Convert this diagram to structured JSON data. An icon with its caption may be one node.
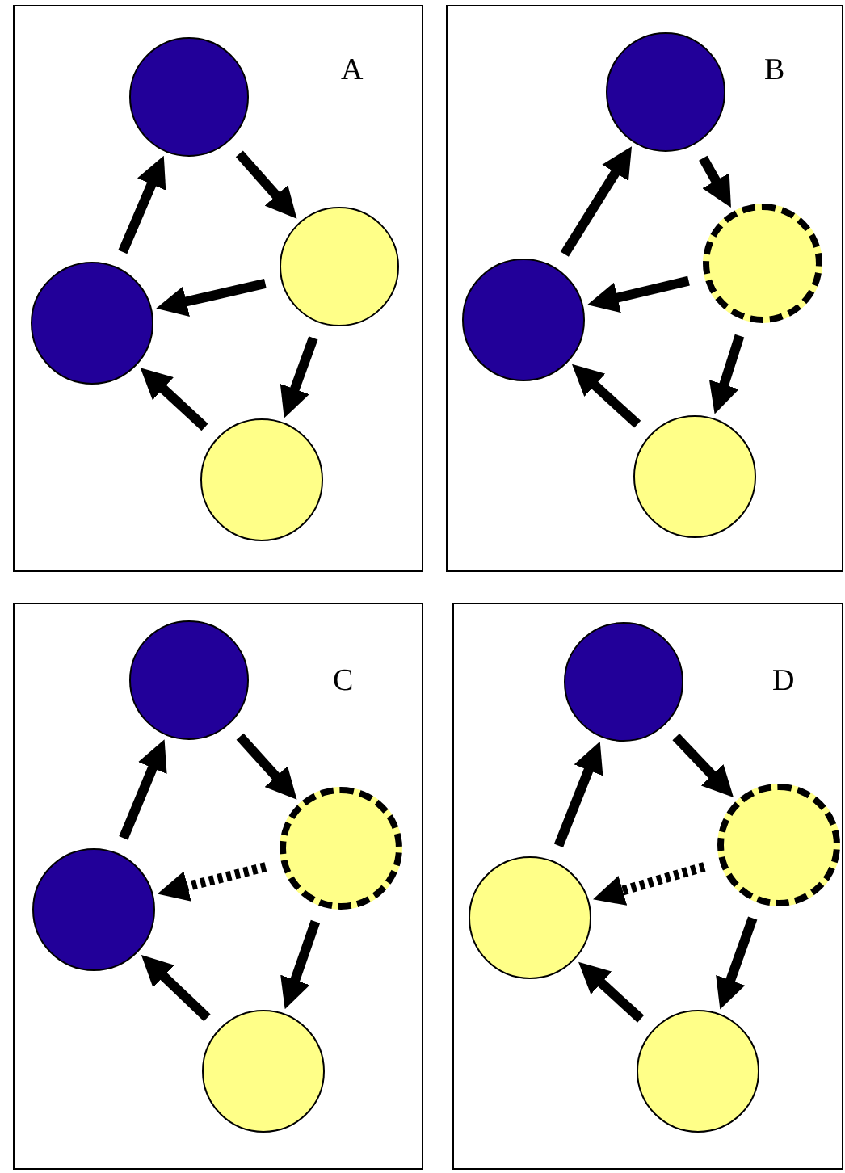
{
  "diagram": {
    "nodes": [
      {
        "text": [
          "A"
        ]
      },
      {
        "text": [],
        "shape": "circle",
        "in": 0
      },
      {
        "text": [],
        "shape": "circle",
        "in": 0
      },
      {
        "text": [],
        "shape": "circle",
        "in": 0
      },
      {
        "text": [],
        "shape": "circle",
        "in": 0
      },
      {
        "text": [
          "B"
        ]
      },
      {
        "text": [],
        "shape": "circle",
        "in": 5
      },
      {
        "text": [],
        "shape": "circle",
        "in": 5
      },
      {
        "text": [],
        "shape": "circle",
        "in": 5
      },
      {
        "text": [],
        "shape": "circle",
        "in": 5
      },
      {
        "text": [
          "C"
        ]
      },
      {
        "text": [],
        "shape": "circle",
        "in": 10
      },
      {
        "text": [],
        "shape": "circle",
        "in": 10
      },
      {
        "text": [],
        "shape": "circle",
        "in": 10
      },
      {
        "text": [],
        "shape": "circle",
        "in": 10
      },
      {
        "text": [
          "D"
        ]
      },
      {
        "text": [],
        "shape": "circle",
        "in": 15
      },
      {
        "text": [],
        "shape": "circle",
        "in": 15
      },
      {
        "text": [],
        "shape": "circle",
        "in": 15
      },
      {
        "text": [],
        "shape": "circle",
        "in": 15
      }
    ],
    "edges": [
      {
        "from": 1,
        "to": 2,
        "arrow": "to"
      },
      {
        "from": 2,
        "to": 3,
        "arrow": "to"
      },
      {
        "from": 2,
        "to": 4,
        "arrow": "to"
      },
      {
        "from": 4,
        "to": 3,
        "arrow": "to"
      },
      {
        "from": 3,
        "to": 1,
        "arrow": "to"
      },
      {
        "from": 6,
        "to": 7,
        "arrow": "to"
      },
      {
        "from": 7,
        "to": 8,
        "arrow": "to"
      },
      {
        "from": 7,
        "to": 9,
        "arrow": "to"
      },
      {
        "from": 9,
        "to": 8,
        "arrow": "to"
      },
      {
        "from": 8,
        "to": 6,
        "arrow": "to"
      },
      {
        "from": 11,
        "to": 12,
        "arrow": "to"
      },
      {
        "from": 12,
        "to": 13,
        "arrow": "to",
        "style": "dashed"
      },
      {
        "from": 12,
        "to": 14,
        "arrow": "to"
      },
      {
        "from": 14,
        "to": 13,
        "arrow": "to"
      },
      {
        "from": 13,
        "to": 11,
        "arrow": "to"
      },
      {
        "from": 16,
        "to": 17,
        "arrow": "to"
      },
      {
        "from": 17,
        "to": 18,
        "arrow": "to",
        "style": "dashed"
      },
      {
        "from": 17,
        "to": 19,
        "arrow": "to"
      },
      {
        "from": 19,
        "to": 18,
        "arrow": "to"
      },
      {
        "from": 18,
        "to": 16,
        "arrow": "to"
      }
    ]
  }
}
